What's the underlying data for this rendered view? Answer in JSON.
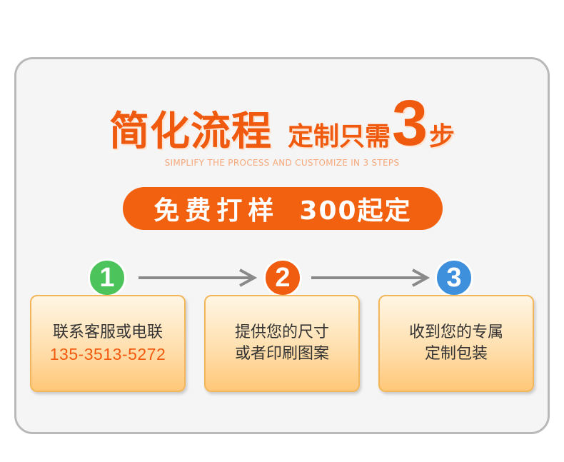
{
  "title": {
    "main": "简化流程",
    "part1": "定制只需",
    "number": "3",
    "part2": "步"
  },
  "subtitle": "SIMPLIFY THE PROCESS AND CUSTOMIZE IN 3 STEPS",
  "banner": {
    "text1": "免费打样",
    "text2": "300起定"
  },
  "steps": [
    {
      "number": "1",
      "color": "#4cc35b",
      "lines": [
        "联系客服或电联"
      ],
      "phone": "135-3513-5272"
    },
    {
      "number": "2",
      "color": "#f05c10",
      "lines": [
        "提供您的尺寸",
        "或者印刷图案"
      ]
    },
    {
      "number": "3",
      "color": "#3e8fdc",
      "lines": [
        "收到您的专属",
        "定制包装"
      ]
    }
  ],
  "colors": {
    "accent": "#f05a0e",
    "card_border": "#f4b65a",
    "arrow": "#8a8a8a"
  },
  "icons": {
    "arrow": "right-arrow-icon"
  }
}
